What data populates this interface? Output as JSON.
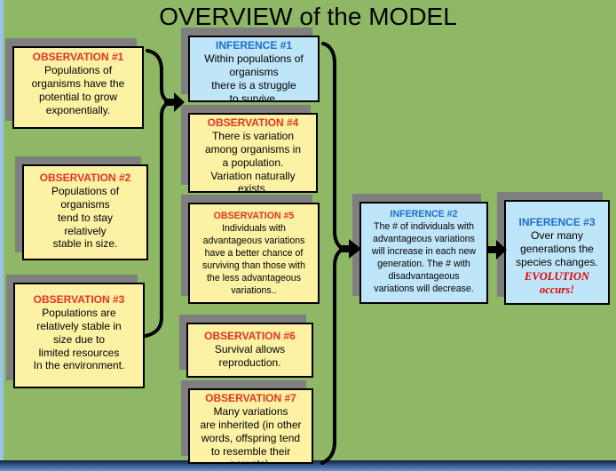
{
  "title": "OVERVIEW of the MODEL",
  "colors": {
    "background_green": "#8eb865",
    "observation_box": "#fdf1a4",
    "inference_box": "#bfe5f8",
    "observation_header": "#e63323",
    "inference_header": "#1d6fd1",
    "emphasis_red": "#e10000",
    "shadow_grey": "#7f7f7f",
    "left_edge_strip": "#9cc4e9",
    "bottom_band_blue": "#4a6fa6"
  },
  "boxes": {
    "obs1": {
      "header": "OBSERVATION #1",
      "body": "Populations of\norganisms have the\npotential to grow\nexponentially."
    },
    "obs2": {
      "header": "OBSERVATION #2",
      "body": "Populations of\norganisms\ntend to stay\nrelatively\nstable in size."
    },
    "obs3": {
      "header": "OBSERVATION #3",
      "body": "Populations are\nrelatively stable in\nsize due to\nlimited resources\nIn the environment."
    },
    "inf1": {
      "header": "INFERENCE #1",
      "body": "Within populations of\norganisms\nthere is a struggle\nto survive."
    },
    "obs4": {
      "header": "OBSERVATION #4",
      "body": "There is variation\namong organisms in\na population.\nVariation naturally\nexists."
    },
    "obs5": {
      "header": "OBSERVATION #5",
      "body": "Individuals with\nadvantageous variations\nhave a better chance of\nsurviving than those with\nthe less advantageous\nvariations.."
    },
    "obs6": {
      "header": "OBSERVATION #6",
      "body": "Survival allows\nreproduction."
    },
    "obs7": {
      "header": "OBSERVATION #7",
      "body": "Many variations\nare inherited (in other\nwords, offspring tend\nto resemble their\nparents)."
    },
    "inf2": {
      "header": "INFERENCE #2",
      "body": "The # of individuals with\nadvantageous variations\nwill increase in each new\ngeneration.  The # with\ndisadvantageous\nvariations will decrease."
    },
    "inf3": {
      "header": "INFERENCE #3",
      "body": "Over many\ngenerations the\nspecies changes.",
      "emphasis": "EVOLUTION\noccurs!"
    }
  }
}
